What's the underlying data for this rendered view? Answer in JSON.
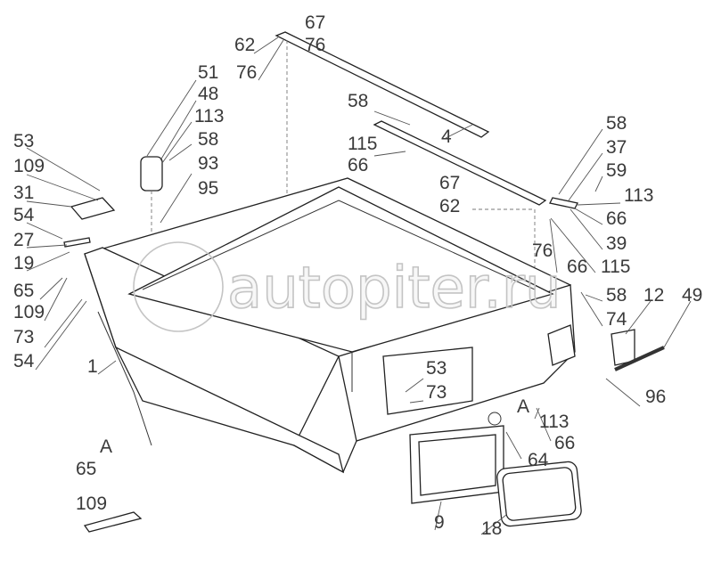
{
  "watermark": "autopiter.ru",
  "labels": [
    "67",
    "62",
    "76",
    "76",
    "51",
    "48",
    "113",
    "58",
    "58",
    "4",
    "115",
    "66",
    "53",
    "109",
    "93",
    "95",
    "31",
    "54",
    "27",
    "19",
    "65",
    "109",
    "73",
    "54",
    "1",
    "58",
    "37",
    "59",
    "113",
    "66",
    "67",
    "62",
    "76",
    "39",
    "115",
    "66",
    "58",
    "12",
    "49",
    "74",
    "96",
    "53",
    "73",
    "A",
    "113",
    "66",
    "64",
    "9",
    "18",
    "A",
    "65",
    "109"
  ]
}
